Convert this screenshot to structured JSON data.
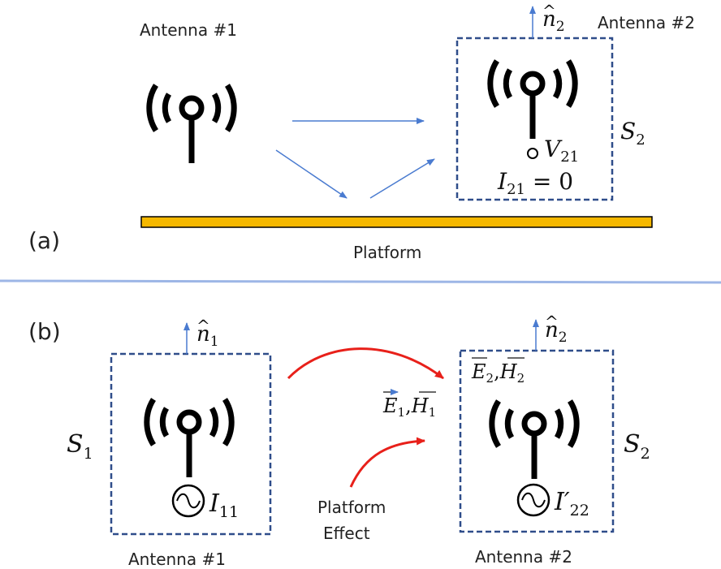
{
  "panel_a": {
    "label": "(a)",
    "antenna1_label": "Antenna #1",
    "antenna2_label": "Antenna #2",
    "normal": {
      "base": "n",
      "sub": "2"
    },
    "surface": {
      "base": "S",
      "sub": "2"
    },
    "voltage": {
      "base": "V",
      "sub": "21"
    },
    "current": {
      "base": "I",
      "sub": "21",
      "suffix": " = 0"
    },
    "platform_label": "Platform"
  },
  "panel_b": {
    "label": "(b)",
    "antenna1_label": "Antenna #1",
    "antenna2_label": "Antenna #2",
    "normal1": {
      "base": "n",
      "sub": "1"
    },
    "normal2": {
      "base": "n",
      "sub": "2"
    },
    "surface1": {
      "base": "S",
      "sub": "1"
    },
    "surface2": {
      "base": "S",
      "sub": "2"
    },
    "source1": {
      "base": "I",
      "sub": "11"
    },
    "source2": {
      "base": "I′",
      "sub": "22"
    },
    "fields1": {
      "e": "E",
      "h": "H",
      "sub": "1"
    },
    "fields2": {
      "e": "E",
      "h": "H",
      "sub": "2"
    },
    "platform_effect_line1": "Platform",
    "platform_effect_line2": "Effect"
  },
  "colors": {
    "dashed_box": "#2f4d8a",
    "arrow_blue": "#4a7bd0",
    "arrow_red": "#e8201a",
    "platform_fill": "#f5b800",
    "divider": "#9db6e6",
    "antenna": "#000000"
  }
}
